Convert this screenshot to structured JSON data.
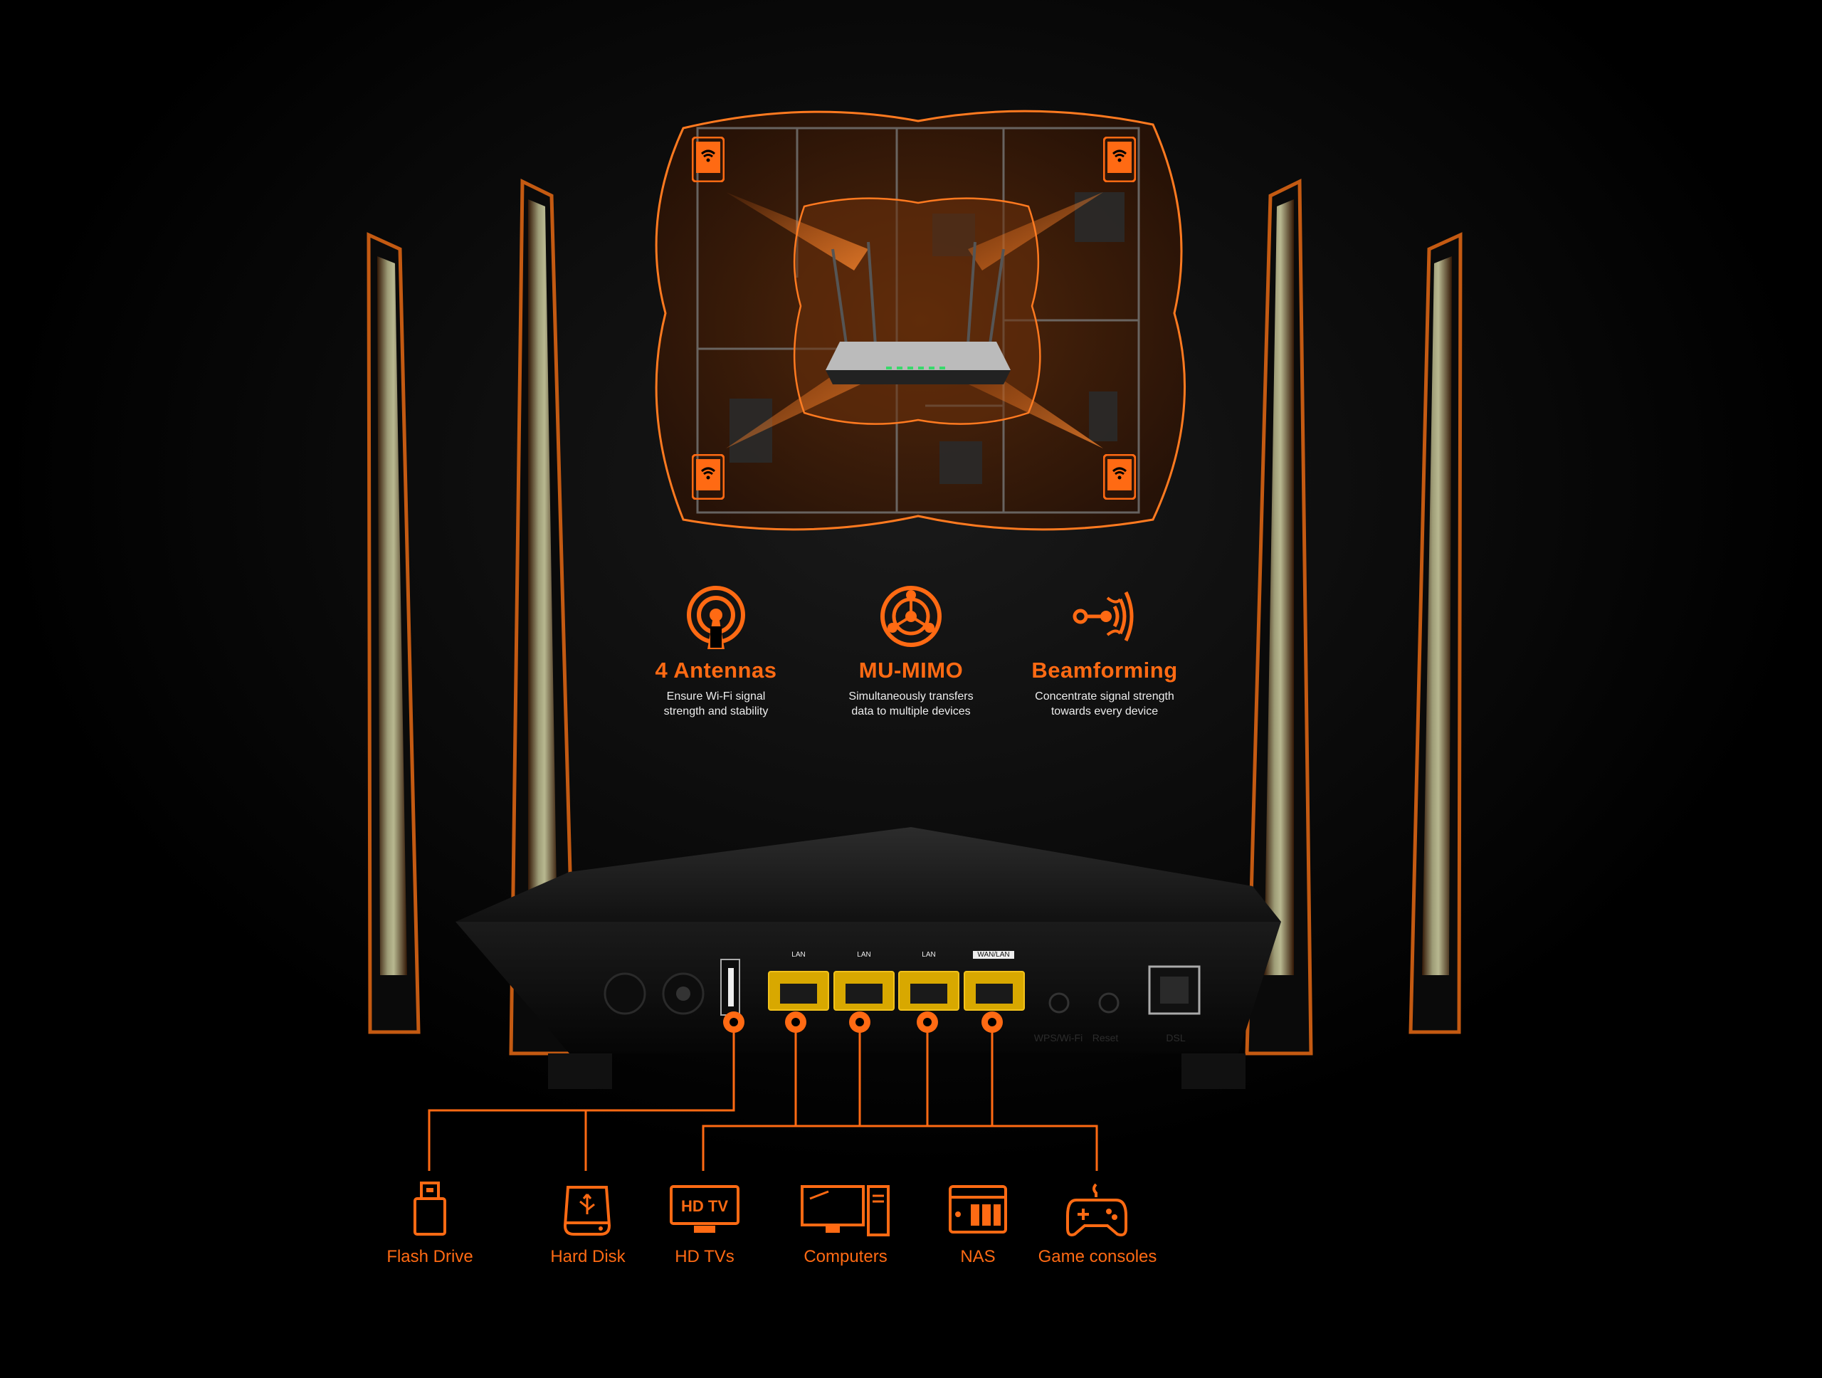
{
  "features": [
    {
      "title": "4 Antennas",
      "desc_line1": "Ensure Wi-Fi signal",
      "desc_line2": "strength and stability",
      "icon": "antenna-icon"
    },
    {
      "title": "MU-MIMO",
      "desc_line1": "Simultaneously transfers",
      "desc_line2": "data to multiple devices",
      "icon": "mu-mimo-icon"
    },
    {
      "title": "Beamforming",
      "desc_line1": "Concentrate signal strength",
      "desc_line2": "towards every device",
      "icon": "beamforming-icon"
    }
  ],
  "ports": {
    "lan1": "LAN",
    "lan2": "LAN",
    "lan3": "LAN",
    "wanlan": "WAN/LAN",
    "wps": "WPS/Wi-Fi",
    "reset": "Reset",
    "dsl": "DSL"
  },
  "devices": [
    {
      "label": "Flash Drive",
      "icon": "flash-drive-icon"
    },
    {
      "label": "Hard Disk",
      "icon": "hard-disk-icon"
    },
    {
      "label": "HD TVs",
      "icon": "hd-tv-icon",
      "icon_text": "HD TV"
    },
    {
      "label": "Computers",
      "icon": "computer-icon"
    },
    {
      "label": "NAS",
      "icon": "nas-icon"
    },
    {
      "label": "Game consoles",
      "icon": "game-console-icon"
    }
  ],
  "colors": {
    "accent": "#ff6a13",
    "background": "#000000",
    "text": "#ededed"
  }
}
